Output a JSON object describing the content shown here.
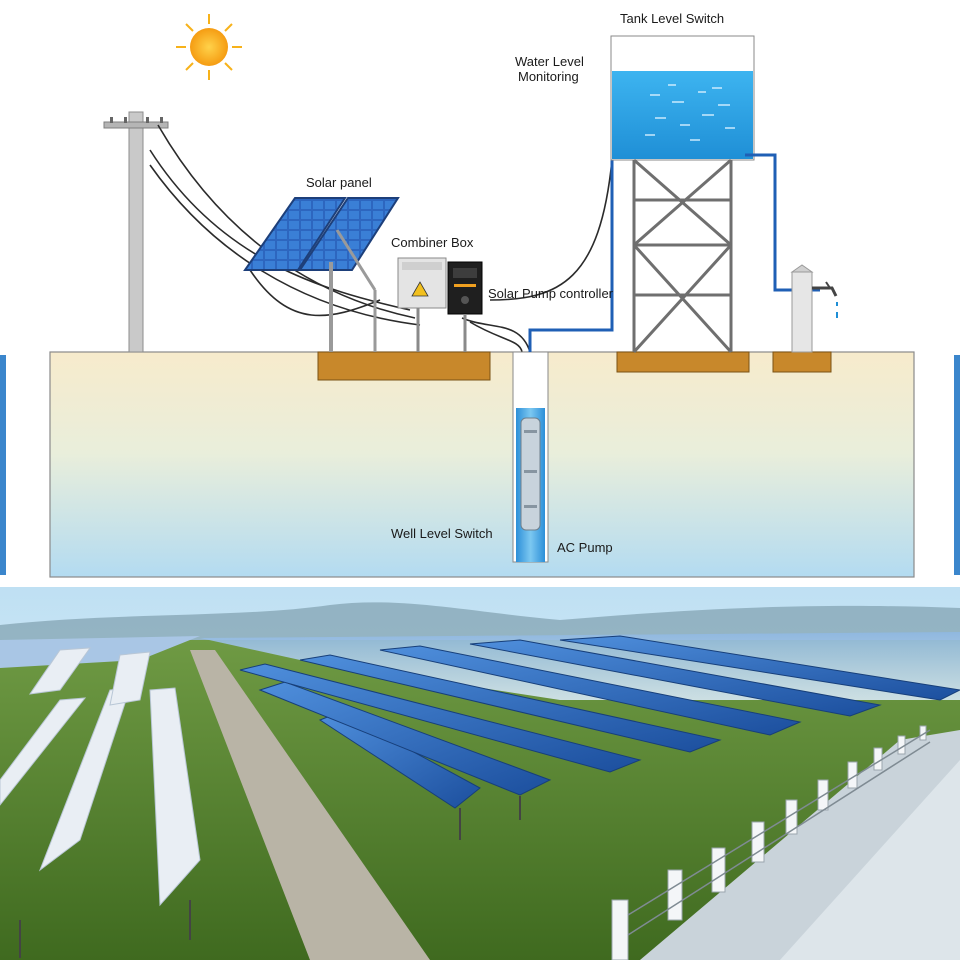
{
  "diagram": {
    "labels": {
      "tank_level_switch": "Tank Level Switch",
      "water_level_line1": "Water Level",
      "water_level_line2": "Monitoring",
      "solar_panel": "Solar panel",
      "combiner_box": "Combiner Box",
      "solar_pump_controller": "Solar Pump controller",
      "well_level_switch": "Well Level Switch",
      "ac_pump": "AC Pump"
    }
  },
  "colors": {
    "ground_top": "#f5e8c8",
    "ground_bottom": "#b9def2",
    "foundation": "#c8882b",
    "water": "#29a3e6",
    "pipe": "#1f5fb5",
    "solar_cell": "#2f6fc6",
    "sun": "#f7b21a",
    "sky": "#d9ecf7",
    "field_green": "#5e8a2e"
  },
  "icons": [
    "sun-icon",
    "utility-pole-icon",
    "solar-panel-icon",
    "combiner-box-icon",
    "controller-icon",
    "water-tank-icon",
    "faucet-icon",
    "submersible-pump-icon"
  ]
}
